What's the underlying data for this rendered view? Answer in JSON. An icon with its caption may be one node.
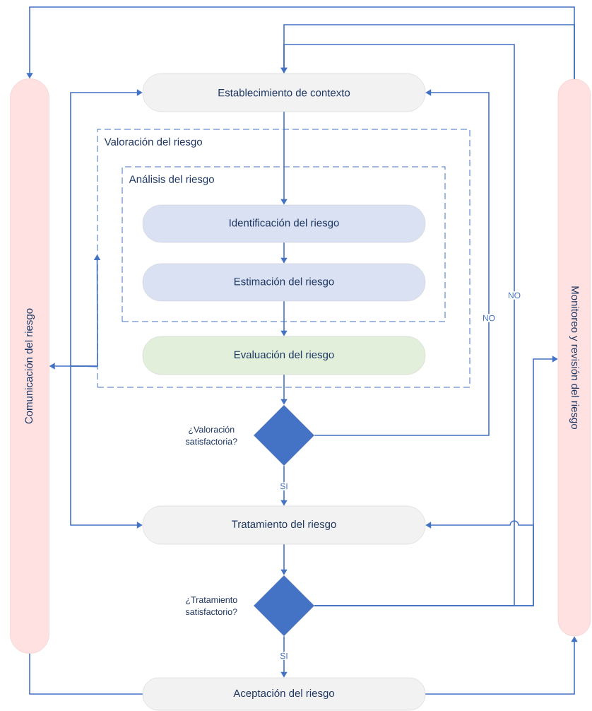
{
  "diagram": {
    "nodes": [
      {
        "text": [
          "Comunicación del riesgo"
        ]
      },
      {
        "text": [
          "Monitoreo y revisión del riesgo"
        ]
      },
      {
        "text": [
          "Establecimiento de contexto"
        ]
      },
      {
        "text": [
          "Valoración del riesgo"
        ]
      },
      {
        "text": [
          "Análisis del riesgo"
        ],
        "in": 3
      },
      {
        "text": [
          "Identificación del riesgo"
        ],
        "in": 4
      },
      {
        "text": [
          "Estimación del riesgo"
        ],
        "in": 4
      },
      {
        "text": [
          "Evaluación del riesgo"
        ],
        "in": 3
      },
      {
        "text": [],
        "shape": "diamond",
        "beside": [
          "¿Valoración satisfactoria?"
        ]
      },
      {
        "text": [
          "Tratamiento del riesgo"
        ]
      },
      {
        "text": [],
        "shape": "diamond",
        "beside": [
          "¿Tratamiento satisfactorio?"
        ]
      },
      {
        "text": [
          "Aceptación del riesgo"
        ]
      }
    ],
    "edges": [
      {
        "from": 1,
        "to": 0,
        "arrow": "to"
      },
      {
        "from": 1,
        "to": 2,
        "arrow": "to"
      },
      {
        "from": 10,
        "to": 2,
        "arrow": "to",
        "label": "NO"
      },
      {
        "from": 8,
        "to": 2,
        "arrow": "to",
        "label": "NO"
      },
      {
        "from": 2,
        "to": 5,
        "arrow": "to"
      },
      {
        "from": 5,
        "to": 6,
        "arrow": "to"
      },
      {
        "from": 6,
        "to": 7,
        "arrow": "to"
      },
      {
        "from": 7,
        "to": 8,
        "arrow": "to"
      },
      {
        "from": 8,
        "to": 9,
        "arrow": "to",
        "label": "SI"
      },
      {
        "from": 9,
        "to": 10,
        "arrow": "to"
      },
      {
        "from": 10,
        "to": 11,
        "arrow": "to",
        "label": "SI"
      },
      {
        "from": 3,
        "to": 0,
        "arrow": "both"
      },
      {
        "from": 3,
        "to": 2,
        "arrow": "to"
      },
      {
        "from": 3,
        "to": 9,
        "arrow": "to"
      },
      {
        "from": 10,
        "to": 1,
        "arrow": "to"
      },
      {
        "from": 10,
        "to": 9,
        "arrow": "to"
      },
      {
        "from": 11,
        "to": 1,
        "arrow": "to"
      },
      {
        "from": 0,
        "to": 11,
        "arrow": "none"
      }
    ]
  }
}
